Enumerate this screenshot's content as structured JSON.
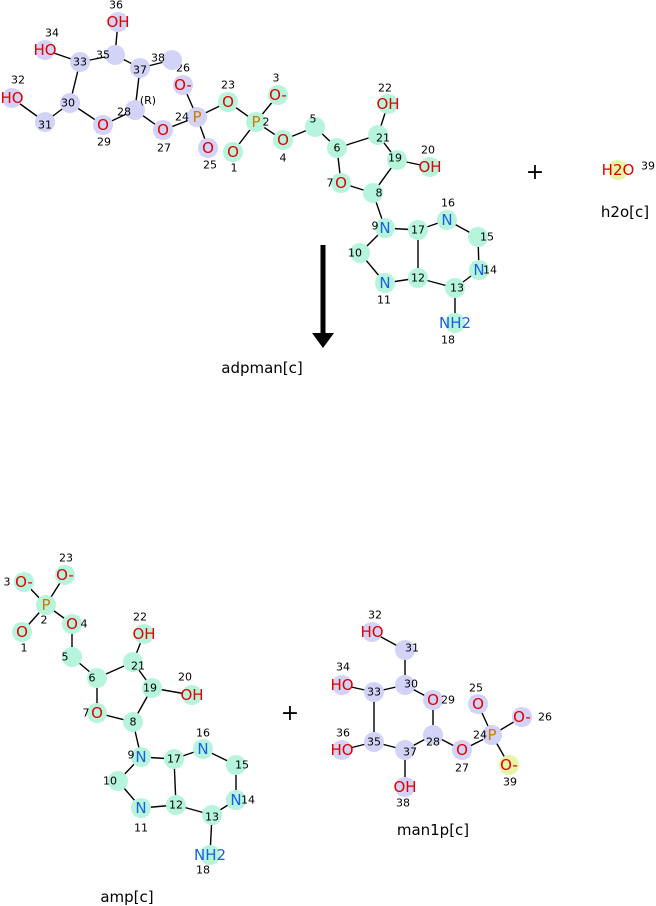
{
  "colors": {
    "group_a": "#b6f5dc",
    "group_b": "#d3d3f7",
    "group_c": "#e8f5a6",
    "O": "#e00000",
    "N": "#1a5fe0",
    "P": "#cc7a00",
    "C": "#000000"
  },
  "operators": {
    "plus_top": "+",
    "plus_bottom": "+"
  },
  "molecules": [
    {
      "key": "adpman",
      "name": "adpman[c]",
      "stereo_label": "(R)",
      "atoms": [
        {
          "n": "1",
          "label": "O",
          "el": "O",
          "g": "a"
        },
        {
          "n": "2",
          "label": "P",
          "el": "P",
          "g": "a"
        },
        {
          "n": "3",
          "label": "O-",
          "el": "O",
          "g": "a"
        },
        {
          "n": "4",
          "label": "O",
          "el": "O",
          "g": "a"
        },
        {
          "n": "5",
          "label": "",
          "el": "C",
          "g": "a"
        },
        {
          "n": "6",
          "label": "",
          "el": "C",
          "g": "a"
        },
        {
          "n": "7",
          "label": "O",
          "el": "O",
          "g": "a"
        },
        {
          "n": "8",
          "label": "",
          "el": "C",
          "g": "a"
        },
        {
          "n": "9",
          "label": "N",
          "el": "N",
          "g": "a"
        },
        {
          "n": "10",
          "label": "",
          "el": "C",
          "g": "a"
        },
        {
          "n": "11",
          "label": "N",
          "el": "N",
          "g": "a"
        },
        {
          "n": "12",
          "label": "",
          "el": "C",
          "g": "a"
        },
        {
          "n": "13",
          "label": "",
          "el": "C",
          "g": "a"
        },
        {
          "n": "14",
          "label": "N",
          "el": "N",
          "g": "a"
        },
        {
          "n": "15",
          "label": "",
          "el": "C",
          "g": "a"
        },
        {
          "n": "16",
          "label": "N",
          "el": "N",
          "g": "a"
        },
        {
          "n": "17",
          "label": "",
          "el": "C",
          "g": "a"
        },
        {
          "n": "18",
          "label": "NH2",
          "el": "N",
          "g": "a"
        },
        {
          "n": "19",
          "label": "",
          "el": "C",
          "g": "a"
        },
        {
          "n": "20",
          "label": "OH",
          "el": "O",
          "g": "a"
        },
        {
          "n": "21",
          "label": "",
          "el": "C",
          "g": "a"
        },
        {
          "n": "22",
          "label": "OH",
          "el": "O",
          "g": "a"
        },
        {
          "n": "23",
          "label": "O",
          "el": "O",
          "g": "a"
        },
        {
          "n": "24",
          "label": "P",
          "el": "P",
          "g": "b"
        },
        {
          "n": "25",
          "label": "O",
          "el": "O",
          "g": "b"
        },
        {
          "n": "26",
          "label": "O-",
          "el": "O",
          "g": "b"
        },
        {
          "n": "27",
          "label": "O",
          "el": "O",
          "g": "b"
        },
        {
          "n": "28",
          "label": "",
          "el": "C",
          "g": "b"
        },
        {
          "n": "29",
          "label": "O",
          "el": "O",
          "g": "b"
        },
        {
          "n": "30",
          "label": "",
          "el": "C",
          "g": "b"
        },
        {
          "n": "31",
          "label": "",
          "el": "C",
          "g": "b"
        },
        {
          "n": "32",
          "label": "HO",
          "el": "O",
          "g": "b"
        },
        {
          "n": "33",
          "label": "",
          "el": "C",
          "g": "b"
        },
        {
          "n": "34",
          "label": "HO",
          "el": "O",
          "g": "b"
        },
        {
          "n": "35",
          "label": "",
          "el": "C",
          "g": "b"
        },
        {
          "n": "36",
          "label": "OH",
          "el": "O",
          "g": "b"
        },
        {
          "n": "37",
          "label": "",
          "el": "C",
          "g": "b"
        },
        {
          "n": "38",
          "label": "",
          "el": "C",
          "g": "b"
        }
      ]
    },
    {
      "key": "h2o",
      "name": "h2o[c]",
      "atoms": [
        {
          "n": "39",
          "label": "H2O",
          "el": "O",
          "g": "c"
        }
      ]
    },
    {
      "key": "amp",
      "name": "amp[c]",
      "atoms": [
        {
          "n": "1",
          "label": "O",
          "el": "O",
          "g": "a"
        },
        {
          "n": "2",
          "label": "P",
          "el": "P",
          "g": "a"
        },
        {
          "n": "3",
          "label": "O-",
          "el": "O",
          "g": "a"
        },
        {
          "n": "4",
          "label": "O",
          "el": "O",
          "g": "a"
        },
        {
          "n": "5",
          "label": "",
          "el": "C",
          "g": "a"
        },
        {
          "n": "6",
          "label": "",
          "el": "C",
          "g": "a"
        },
        {
          "n": "7",
          "label": "O",
          "el": "O",
          "g": "a"
        },
        {
          "n": "8",
          "label": "",
          "el": "C",
          "g": "a"
        },
        {
          "n": "9",
          "label": "N",
          "el": "N",
          "g": "a"
        },
        {
          "n": "10",
          "label": "",
          "el": "C",
          "g": "a"
        },
        {
          "n": "11",
          "label": "N",
          "el": "N",
          "g": "a"
        },
        {
          "n": "12",
          "label": "",
          "el": "C",
          "g": "a"
        },
        {
          "n": "13",
          "label": "",
          "el": "C",
          "g": "a"
        },
        {
          "n": "14",
          "label": "N",
          "el": "N",
          "g": "a"
        },
        {
          "n": "15",
          "label": "",
          "el": "C",
          "g": "a"
        },
        {
          "n": "16",
          "label": "N",
          "el": "N",
          "g": "a"
        },
        {
          "n": "17",
          "label": "",
          "el": "C",
          "g": "a"
        },
        {
          "n": "18",
          "label": "NH2",
          "el": "N",
          "g": "a"
        },
        {
          "n": "19",
          "label": "",
          "el": "C",
          "g": "a"
        },
        {
          "n": "20",
          "label": "OH",
          "el": "O",
          "g": "a"
        },
        {
          "n": "21",
          "label": "",
          "el": "C",
          "g": "a"
        },
        {
          "n": "22",
          "label": "OH",
          "el": "O",
          "g": "a"
        },
        {
          "n": "23",
          "label": "O-",
          "el": "O",
          "g": "a"
        }
      ]
    },
    {
      "key": "man1p",
      "name": "man1p[c]",
      "atoms": [
        {
          "n": "24",
          "label": "P",
          "el": "P",
          "g": "b"
        },
        {
          "n": "25",
          "label": "O",
          "el": "O",
          "g": "b"
        },
        {
          "n": "26",
          "label": "O-",
          "el": "O",
          "g": "b"
        },
        {
          "n": "27",
          "label": "O",
          "el": "O",
          "g": "b"
        },
        {
          "n": "28",
          "label": "",
          "el": "C",
          "g": "b"
        },
        {
          "n": "29",
          "label": "O",
          "el": "O",
          "g": "b"
        },
        {
          "n": "30",
          "label": "",
          "el": "C",
          "g": "b"
        },
        {
          "n": "31",
          "label": "",
          "el": "C",
          "g": "b"
        },
        {
          "n": "32",
          "label": "HO",
          "el": "O",
          "g": "b"
        },
        {
          "n": "33",
          "label": "",
          "el": "C",
          "g": "b"
        },
        {
          "n": "34",
          "label": "HO",
          "el": "O",
          "g": "b"
        },
        {
          "n": "35",
          "label": "",
          "el": "C",
          "g": "b"
        },
        {
          "n": "36",
          "label": "HO",
          "el": "O",
          "g": "b"
        },
        {
          "n": "37",
          "label": "",
          "el": "C",
          "g": "b"
        },
        {
          "n": "38",
          "label": "OH",
          "el": "O",
          "g": "b"
        },
        {
          "n": "39",
          "label": "O-",
          "el": "O",
          "g": "c"
        }
      ]
    }
  ]
}
